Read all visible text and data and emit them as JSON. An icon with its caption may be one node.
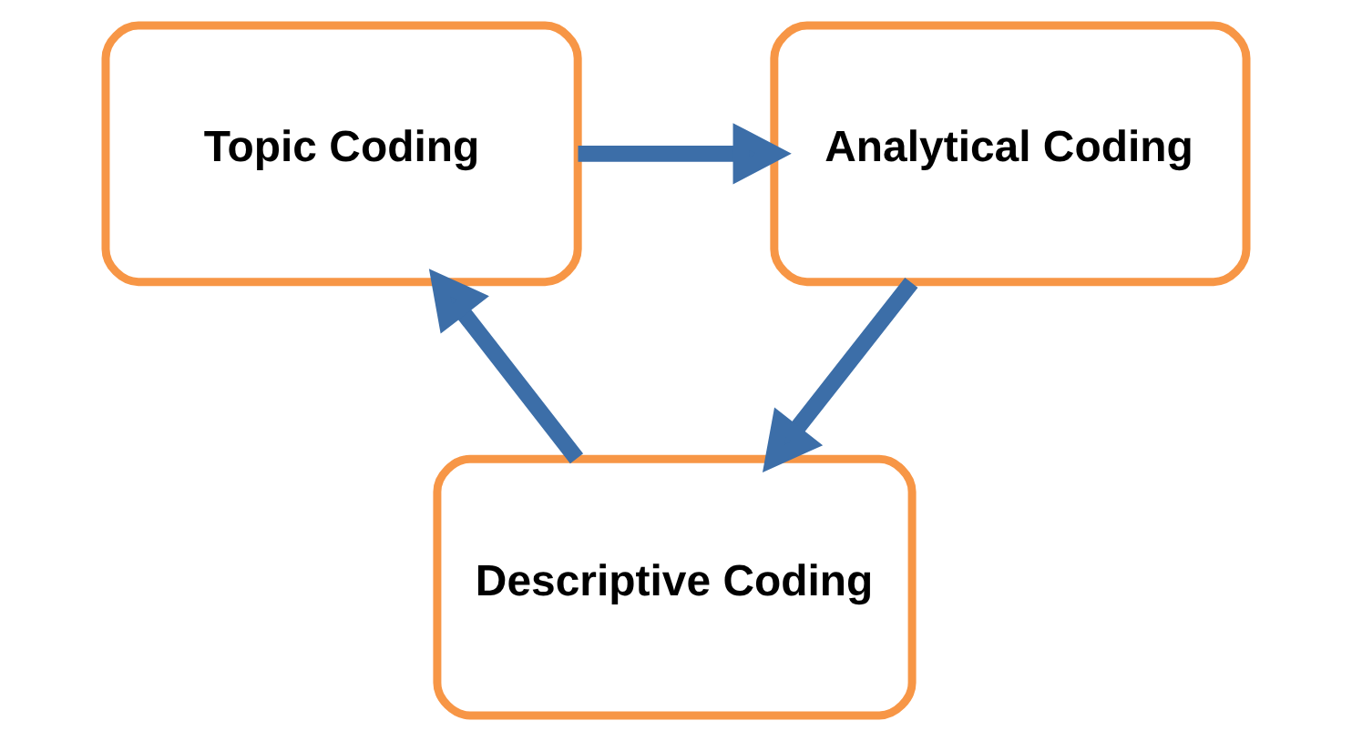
{
  "diagram": {
    "nodes": [
      {
        "text": [
          "Topic Coding"
        ]
      },
      {
        "text": [
          "Analytical Coding"
        ]
      },
      {
        "text": [
          "Descriptive Coding"
        ]
      }
    ],
    "edges": [
      {
        "from": 0,
        "to": 1,
        "arrow": "to"
      },
      {
        "from": 1,
        "to": 2,
        "arrow": "to"
      },
      {
        "from": 2,
        "to": 0,
        "arrow": "to"
      }
    ]
  }
}
